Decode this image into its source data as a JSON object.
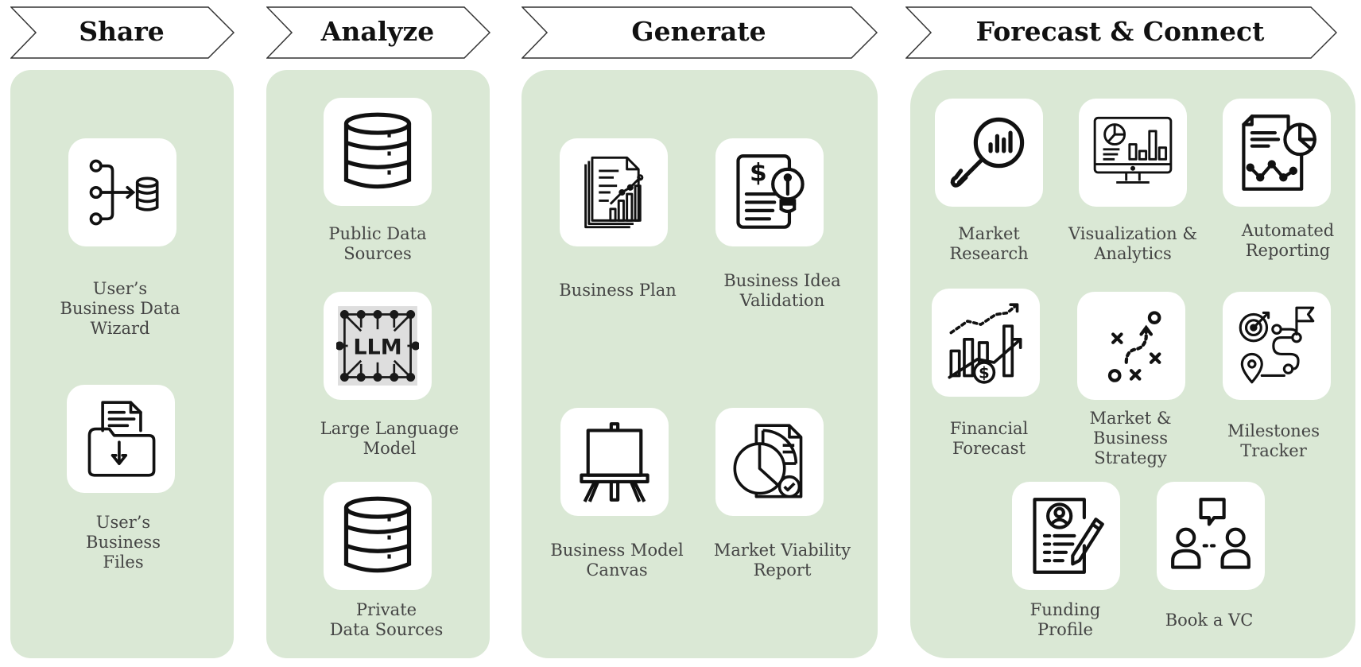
{
  "stages": [
    {
      "title": "Share"
    },
    {
      "title": "Analyze"
    },
    {
      "title": "Generate"
    },
    {
      "title": "Forecast & Connect"
    }
  ],
  "share": {
    "wizard": "User’s\nBusiness Data\nWizard",
    "files": "User’s\nBusiness\nFiles"
  },
  "analyze": {
    "public": "Public Data\nSources",
    "llm": "Large Language\nModel",
    "llm_icon_text": "LLM",
    "private": "Private\nData Sources"
  },
  "generate": {
    "plan": "Business Plan",
    "validation": "Business Idea\nValidation",
    "canvas": "Business Model\nCanvas",
    "viability": "Market Viability\nReport"
  },
  "forecast": {
    "research": "Market\nResearch",
    "visualization": "Visualization &\nAnalytics",
    "reporting": "Automated\nReporting",
    "financial": "Financial\nForecast",
    "strategy": "Market &\nBusiness\nStrategy",
    "milestones": "Milestones\nTracker",
    "funding": "Funding\nProfile",
    "vc": "Book a VC"
  },
  "colors": {
    "panel": "#dae8d5",
    "tile": "#ffffff",
    "icon": "#111111",
    "label": "#444444"
  }
}
